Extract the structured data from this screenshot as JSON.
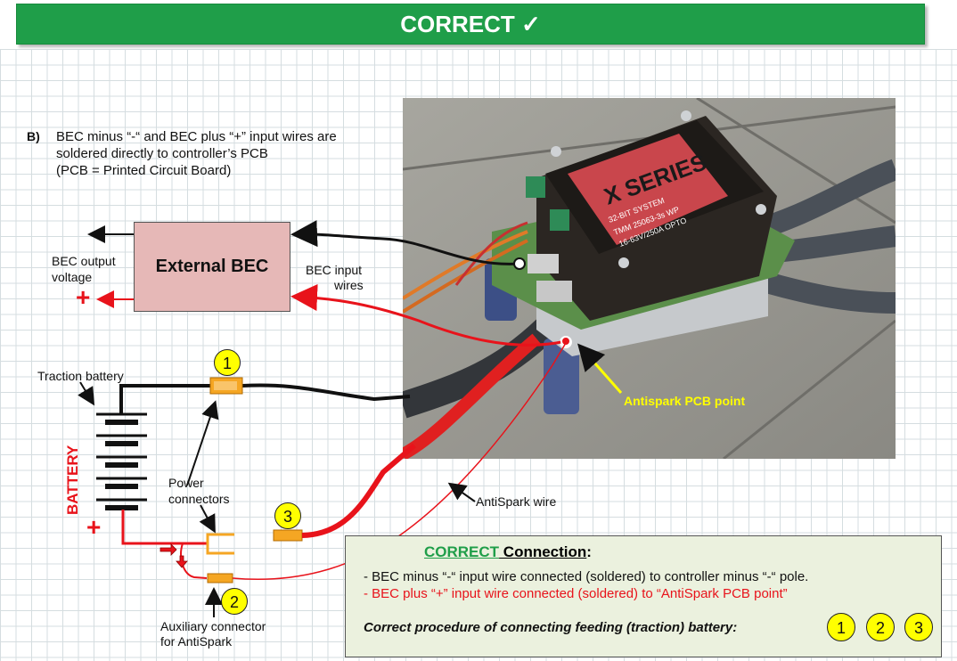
{
  "banner": {
    "title": "CORRECT ✓",
    "color": "#1f9e49"
  },
  "section": {
    "letter": "B)",
    "line1": "BEC minus “-“ and BEC plus “+”  input wires are",
    "line2": "soldered  directly to controller’s PCB",
    "line3": "(PCB = Printed Circuit Board)"
  },
  "bec": {
    "box_label": "External BEC",
    "output_label_1": "BEC output",
    "output_label_2": "voltage",
    "input_label_1": "BEC input",
    "input_label_2": "wires",
    "plus_sign": "+"
  },
  "battery": {
    "traction_label": "Traction battery",
    "vertical_label": "BATTERY",
    "plus_sign": "+"
  },
  "connectors": {
    "power_label_1": "Power",
    "power_label_2": "connectors",
    "aux_label_1": "Auxiliary connector",
    "aux_label_2": "for AntiSpark"
  },
  "photo_labels": {
    "antispark_point": "Antispark PCB point",
    "esc_brand": "X SERIES",
    "esc_system": "32-BIT SYSTEM",
    "esc_model": "TMM 25063-3s  WP",
    "esc_rating": "16-63V/250A  OPTO"
  },
  "antispark_wire_label": "AntiSpark wire",
  "steps": [
    "1",
    "2",
    "3"
  ],
  "info_box": {
    "title_correct": "CORRECT",
    "title_rest": " Connection",
    "title_colon": ":",
    "line1": "- BEC minus “-“ input wire connected (soldered) to controller minus “-“ pole.",
    "line2": "- BEC plus “+” input wire connected (soldered) to “AntiSpark PCB point”",
    "procedure": "Correct procedure of connecting feeding (traction) battery:"
  },
  "colors": {
    "red": "#e8131b",
    "yellow": "#ffff00",
    "orange": "#f5a623",
    "green": "#1f9e49"
  }
}
